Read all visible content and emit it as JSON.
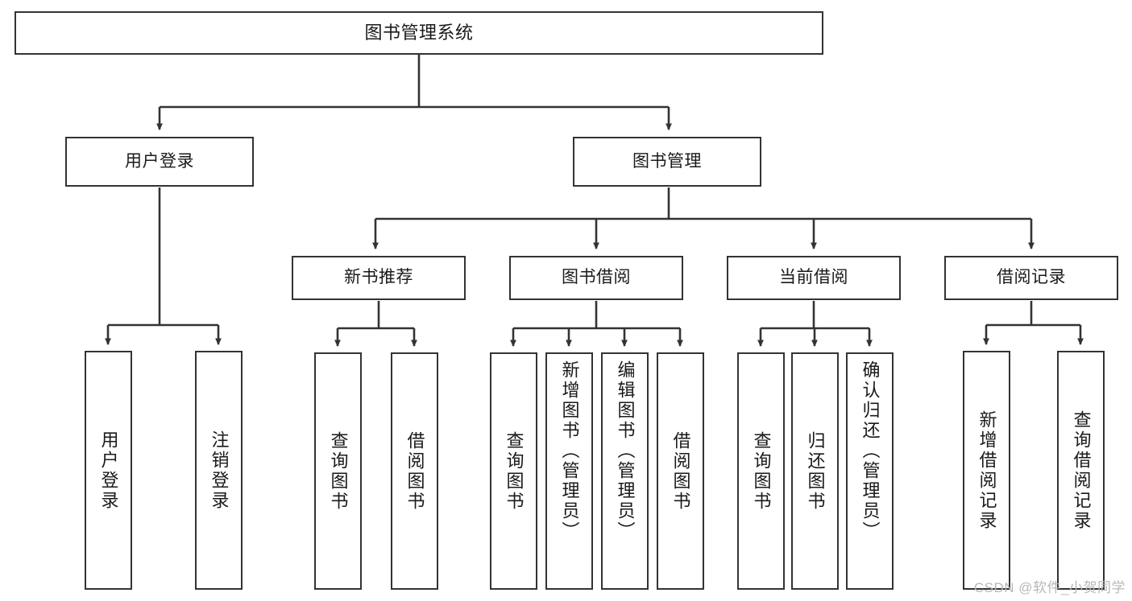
{
  "diagram": {
    "title": "图书管理系统",
    "type": "tree",
    "watermark": "CSDN @软件_小贺同学",
    "colors": {
      "box_border": "#333333",
      "box_fill": "#ffffff",
      "connector": "#333333",
      "text": "#1a1a1a",
      "watermark": "#b8b8b8"
    },
    "nodes": {
      "root": {
        "label": "图书管理系统",
        "level": 0
      },
      "l1": [
        {
          "id": "user_login",
          "label": "用户登录",
          "level": 1
        },
        {
          "id": "book_manage",
          "label": "图书管理",
          "level": 1
        }
      ],
      "l2": [
        {
          "id": "new_book_rec",
          "label": "新书推荐",
          "level": 2,
          "parent": "book_manage"
        },
        {
          "id": "book_borrow",
          "label": "图书借阅",
          "level": 2,
          "parent": "book_manage"
        },
        {
          "id": "current_borrow",
          "label": "当前借阅",
          "level": 2,
          "parent": "book_manage"
        },
        {
          "id": "borrow_record",
          "label": "借阅记录",
          "level": 2,
          "parent": "book_manage"
        }
      ],
      "l3": [
        {
          "id": "leaf_1",
          "label": "用户登录",
          "parent": "user_login"
        },
        {
          "id": "leaf_2",
          "label": "注销登录",
          "parent": "user_login"
        },
        {
          "id": "leaf_3",
          "label": "查询图书",
          "parent": "new_book_rec"
        },
        {
          "id": "leaf_4",
          "label": "借阅图书",
          "parent": "new_book_rec"
        },
        {
          "id": "leaf_5",
          "label": "查询图书",
          "parent": "book_borrow"
        },
        {
          "id": "leaf_6",
          "label": "新增图书（管理员）",
          "parent": "book_borrow"
        },
        {
          "id": "leaf_7",
          "label": "编辑图书（管理员）",
          "parent": "book_borrow"
        },
        {
          "id": "leaf_8",
          "label": "借阅图书",
          "parent": "book_borrow"
        },
        {
          "id": "leaf_9",
          "label": "查询图书",
          "parent": "current_borrow"
        },
        {
          "id": "leaf_10",
          "label": "归还图书",
          "parent": "current_borrow"
        },
        {
          "id": "leaf_11",
          "label": "确认归还（管理员）",
          "parent": "current_borrow"
        },
        {
          "id": "leaf_12",
          "label": "新增借阅记录",
          "parent": "borrow_record"
        },
        {
          "id": "leaf_13",
          "label": "查询借阅记录",
          "parent": "borrow_record"
        }
      ]
    }
  }
}
